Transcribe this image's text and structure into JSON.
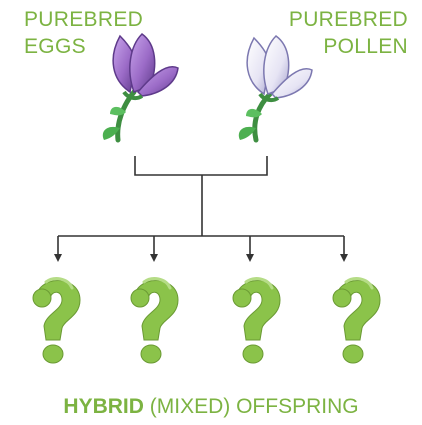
{
  "labels": {
    "left_line1": "PUREBRED",
    "left_line2": "EGGS",
    "right_line1": "PUREBRED",
    "right_line2": "POLLEN"
  },
  "caption": {
    "bold": "HYBRID",
    "rest": " (MIXED) OFFSPRING"
  },
  "colors": {
    "text_green": "#7cb342",
    "stem_green": "#4caf50",
    "purple_flower": "#9b6bc7",
    "white_flower": "#e8e6f4",
    "question_mark": "#8bc34a",
    "line": "#333333"
  },
  "icons": {
    "left_flower": "purple-flower-icon",
    "right_flower": "white-flower-icon",
    "offspring": "question-mark-icon"
  }
}
